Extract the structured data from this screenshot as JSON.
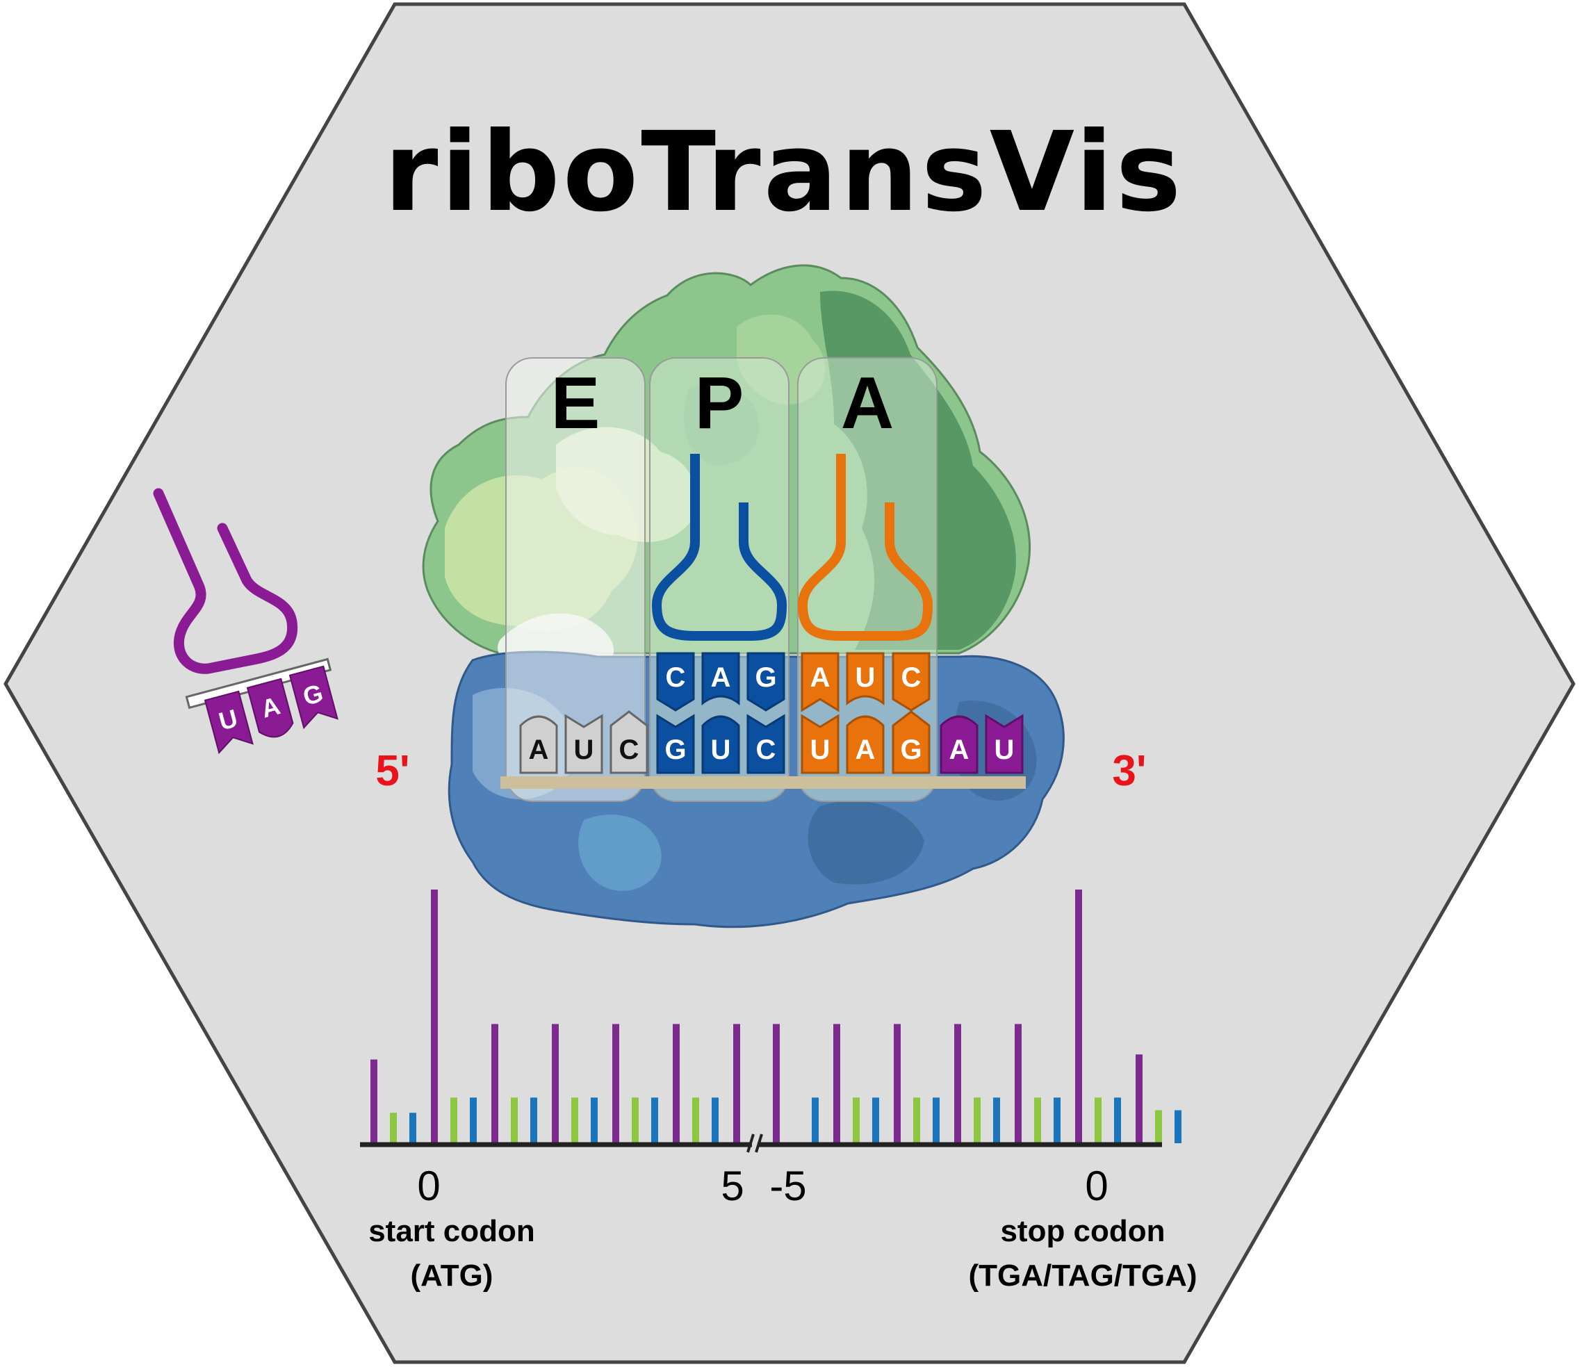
{
  "title": "riboTransVis",
  "sites": {
    "e": "E",
    "p": "P",
    "a": "A"
  },
  "ends": {
    "five": "5'",
    "three": "3'"
  },
  "mrna": [
    "A",
    "U",
    "C",
    "G",
    "U",
    "C",
    "U",
    "A",
    "G",
    "A",
    "U"
  ],
  "trna_p_anticodon": [
    "C",
    "A",
    "G"
  ],
  "trna_a_anticodon": [
    "A",
    "U",
    "C"
  ],
  "release_factor": [
    "U",
    "A",
    "G"
  ],
  "axis": {
    "tick_start": "0",
    "tick_left_end": "5",
    "tick_right_start": "-5",
    "tick_stop": "0",
    "start_label": "start codon",
    "start_codon": "(ATG)",
    "stop_label": "stop codon",
    "stop_codons": "(TGA/TAG/TGA)"
  },
  "colors": {
    "background": "#dcdddc",
    "frame0": "#7d2a8e",
    "frame1": "#8dc63f",
    "frame2": "#1b75bc",
    "p_trna": "#0b4fa0",
    "a_trna": "#e8730c",
    "release_factor": "#8b1a95",
    "end_labels": "#e8141b"
  },
  "chart_data": {
    "type": "bar",
    "series_frames": [
      "frame0",
      "frame1",
      "frame2"
    ],
    "left_segment": {
      "positions": [
        -1,
        0,
        1,
        2,
        3,
        4,
        5
      ],
      "frame0": [
        0.33,
        1.0,
        0.47,
        0.47,
        0.47,
        0.47,
        0.47
      ],
      "frame1": [
        0.12,
        0.18,
        0.18,
        0.18,
        0.18,
        0.18,
        null
      ],
      "frame2": [
        0.12,
        0.18,
        0.18,
        0.18,
        0.18,
        0.18,
        null
      ]
    },
    "right_segment": {
      "positions": [
        -5,
        -4,
        -3,
        -2,
        -1,
        0,
        1
      ],
      "frame0": [
        0.47,
        0.47,
        0.47,
        0.47,
        0.47,
        1.0,
        0.35
      ],
      "frame1": [
        null,
        0.18,
        0.18,
        0.18,
        0.18,
        0.18,
        0.13
      ],
      "frame2": [
        0.18,
        0.18,
        0.18,
        0.18,
        0.18,
        0.18,
        0.13
      ]
    }
  }
}
